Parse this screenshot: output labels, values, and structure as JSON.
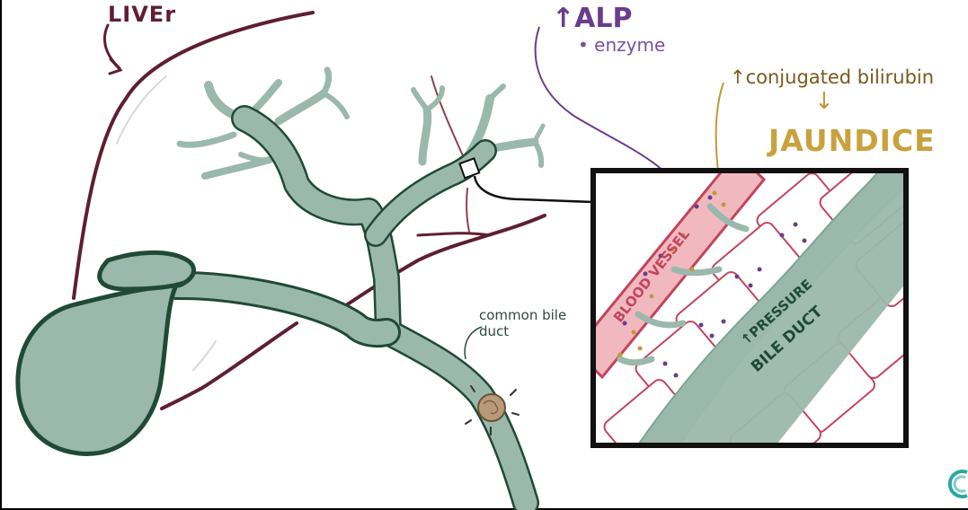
{
  "labels": {
    "liver": "LIVEr",
    "alp": "↑ALP",
    "enzyme": "• enzyme",
    "conjugated_bilirubin": "↑conjugated bilirubin",
    "jaundice": "JAUNDICE",
    "common_bile_duct": "common bile duct",
    "blood_vessel": "BLOOD VESSEL",
    "pressure": "↑PRESSURE",
    "bile_duct": "BILE DUCT"
  },
  "colors": {
    "liver_outline": "#5e1f30",
    "bile_fill": "#9bb8ac",
    "bile_outline": "#1f4a36",
    "alp": "#6a3d8c",
    "bilirubin": "#c09a35",
    "jaundice": "#c9a23e",
    "blood_vessel": "#f1b9bf",
    "cell_outline": "#c2455c",
    "stone": "#b89a78"
  },
  "icons": [
    "stone-icon",
    "logo-icon"
  ]
}
